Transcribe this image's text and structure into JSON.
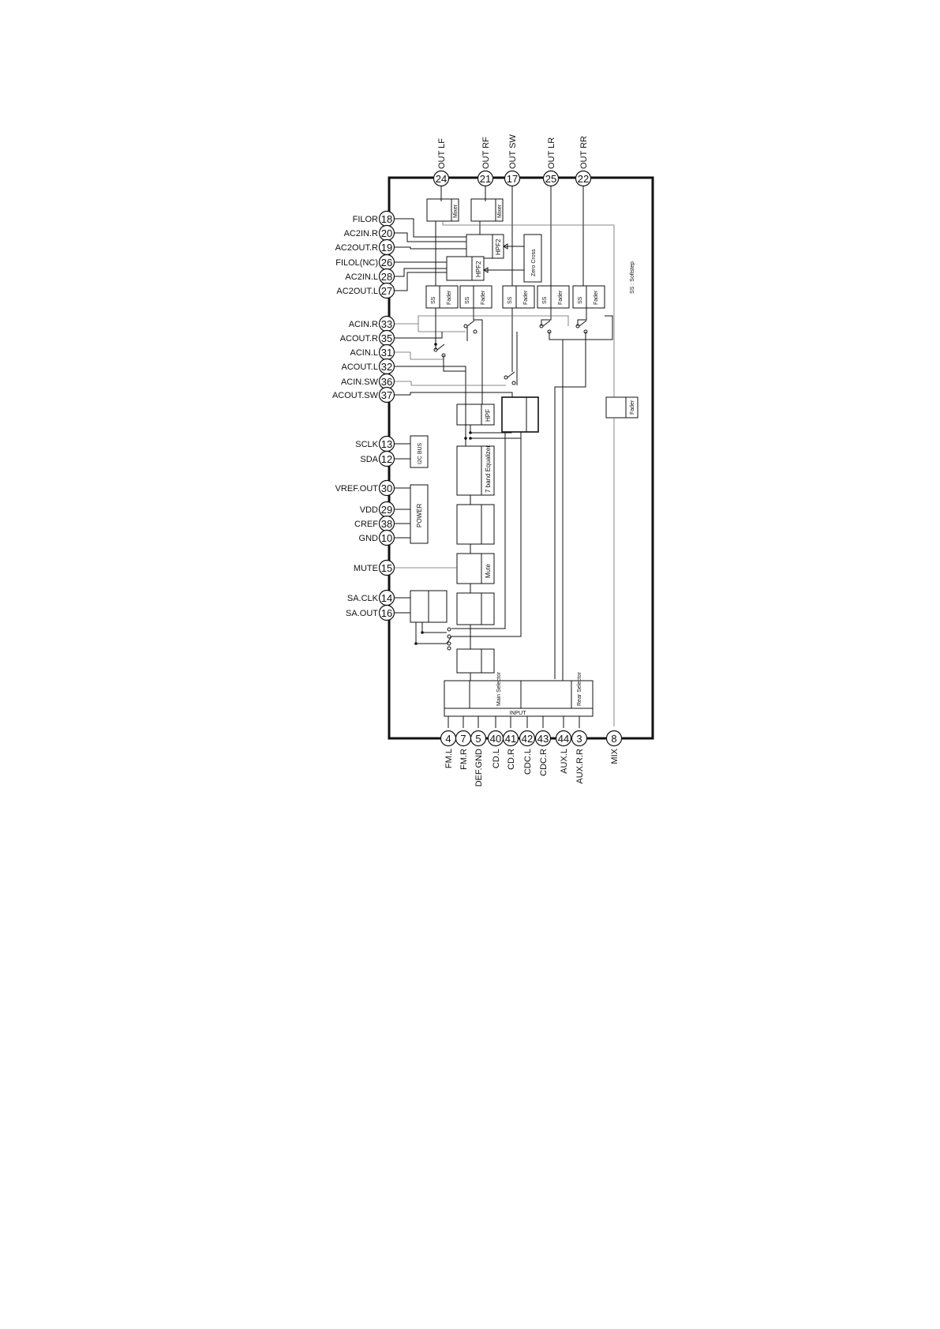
{
  "pins_left": [
    {
      "num": "18",
      "label": "FILOR"
    },
    {
      "num": "20",
      "label": "AC2IN.R"
    },
    {
      "num": "19",
      "label": "AC2OUT.R"
    },
    {
      "num": "26",
      "label": "FILOL(NC)"
    },
    {
      "num": "28",
      "label": "AC2IN.L"
    },
    {
      "num": "27",
      "label": "AC2OUT.L"
    },
    {
      "num": "33",
      "label": "ACIN.R"
    },
    {
      "num": "35",
      "label": "ACOUT.R"
    },
    {
      "num": "31",
      "label": "ACIN.L"
    },
    {
      "num": "32",
      "label": "ACOUT.L"
    },
    {
      "num": "36",
      "label": "ACIN.SW"
    },
    {
      "num": "37",
      "label": "ACOUT.SW"
    },
    {
      "num": "13",
      "label": "SCLK"
    },
    {
      "num": "12",
      "label": "SDA"
    },
    {
      "num": "30",
      "label": "VREF.OUT"
    },
    {
      "num": "29",
      "label": "VDD"
    },
    {
      "num": "38",
      "label": "CREF"
    },
    {
      "num": "10",
      "label": "GND"
    },
    {
      "num": "15",
      "label": "MUTE"
    },
    {
      "num": "14",
      "label": "SA.CLK"
    },
    {
      "num": "16",
      "label": "SA.OUT"
    }
  ],
  "pins_top": [
    {
      "num": "24",
      "label": "OUT LF"
    },
    {
      "num": "21",
      "label": "OUT RF"
    },
    {
      "num": "17",
      "label": "OUT SW"
    },
    {
      "num": "25",
      "label": "OUT LR"
    },
    {
      "num": "22",
      "label": "OUT RR"
    }
  ],
  "pins_bottom": [
    {
      "num": "4",
      "label": "FM.L"
    },
    {
      "num": "7",
      "label": "FM.R"
    },
    {
      "num": "5",
      "label": "DEF.GND"
    },
    {
      "num": "40",
      "label": "CD.L"
    },
    {
      "num": "41",
      "label": "CD.R"
    },
    {
      "num": "42",
      "label": "CDC.L"
    },
    {
      "num": "43",
      "label": "CDC.R"
    },
    {
      "num": "44",
      "label": "AUX.L"
    },
    {
      "num": "3",
      "label": "AUX.R.R"
    },
    {
      "num": "8",
      "label": "MIX"
    }
  ],
  "blocks": {
    "mixer": "Mixer",
    "hpf2": "HPF2",
    "zero_cross": "Zero Cross",
    "ss": "SS",
    "fader": "Fader",
    "softstep_note": "SS : Softstep",
    "hpf": "HPF",
    "i2c_bus": "I2C BUS",
    "equalizer": "7 band Equalizer",
    "power": "POWER",
    "mute": "Mute",
    "main_selector": "Main Selector",
    "rear_selector": "Rear Selector",
    "input": "INPUT"
  }
}
